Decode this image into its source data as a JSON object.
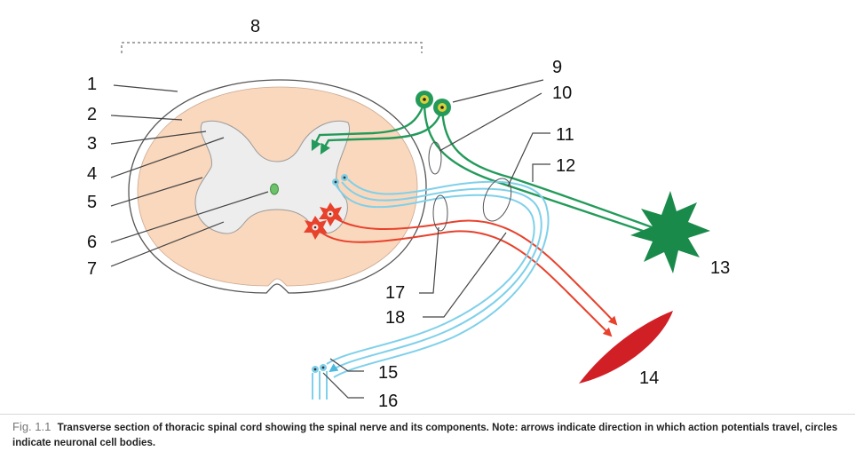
{
  "labels": {
    "l1": "1",
    "l2": "2",
    "l3": "3",
    "l4": "4",
    "l5": "5",
    "l6": "6",
    "l7": "7",
    "l8": "8",
    "l9": "9",
    "l10": "10",
    "l11": "11",
    "l12": "12",
    "l13": "13",
    "l14": "14",
    "l15": "15",
    "l16": "16",
    "l17": "17",
    "l18": "18"
  },
  "caption": {
    "fig": "Fig. 1.1",
    "text": "Transverse section of thoracic spinal cord showing the spinal nerve and its components. Note: arrows indicate direction in which action potentials travel, circles indicate neuronal cell bodies."
  },
  "colors": {
    "white_matter": "#fad8bd",
    "grey_matter": "#ededed",
    "green_fibre": "#239a5a",
    "blue_fibre": "#7fd0ea",
    "red_fibre": "#e8412c",
    "muscle": "#d11f26"
  }
}
